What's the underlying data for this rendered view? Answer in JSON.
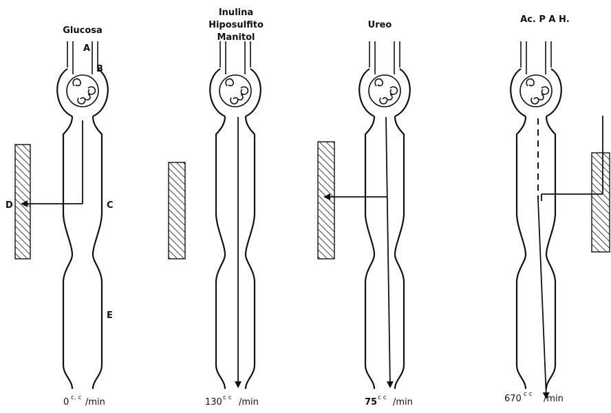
{
  "nephrons": [
    {
      "title_lines": [
        "Glucosa"
      ],
      "rate_value": "0",
      "rate_unit_sup": "c. c",
      "rate_unit": "/min"
    },
    {
      "title_lines": [
        "Inulina",
        "Hiposulfito",
        "Manitol"
      ],
      "rate_value": "130",
      "rate_unit_sup": "c c",
      "rate_unit": "/min"
    },
    {
      "title_lines": [
        "Ureo"
      ],
      "rate_value": "75",
      "rate_unit_sup": "c c",
      "rate_unit": "/min"
    },
    {
      "title_lines": [
        "Ac. P  A  H."
      ],
      "rate_value": "670",
      "rate_unit_sup": "c c",
      "rate_unit": "/min"
    }
  ],
  "labels": {
    "A": "A",
    "B": "B",
    "C": "C",
    "D": "D",
    "E": "E"
  }
}
